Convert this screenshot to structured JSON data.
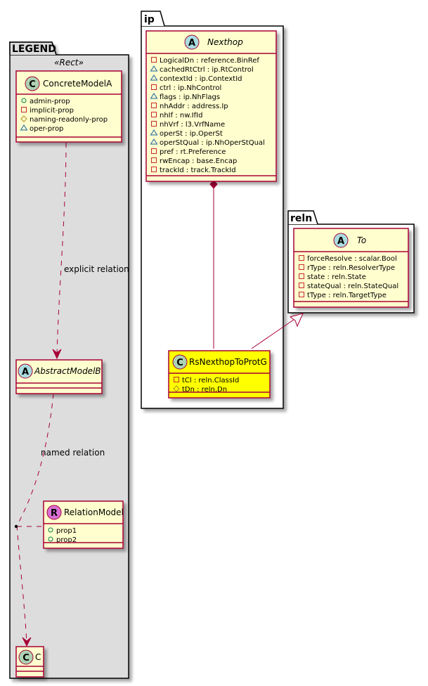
{
  "colors": {
    "border": "#A80036",
    "class_fill": "#FEFECE",
    "highlight_fill": "#FFFF00",
    "legend_fill": "#DDDDDD",
    "badge_class": "#ADD1B2",
    "badge_abstract": "#A9DCDF",
    "badge_relation": "#DA70D6",
    "vis_public": "#038048",
    "vis_private": "#C82930",
    "vis_protected": "#B38D22",
    "vis_package": "#1963A0"
  },
  "packages": {
    "legend": {
      "label": "LEGEND",
      "stereotype": "«Rect»"
    },
    "ip": {
      "label": "ip"
    },
    "reln": {
      "label": "reln"
    }
  },
  "classes": {
    "concrete_model_a": {
      "badge": "C",
      "name": "ConcreteModelA",
      "abstract": false,
      "attrs": [
        {
          "vis": "public",
          "text": "admin-prop"
        },
        {
          "vis": "private",
          "text": "implicit-prop"
        },
        {
          "vis": "protected",
          "text": "naming-readonly-prop"
        },
        {
          "vis": "package",
          "text": "oper-prop"
        }
      ]
    },
    "abstract_model_b": {
      "badge": "A",
      "name": "AbstractModelB",
      "abstract": true,
      "attrs": []
    },
    "relation_model": {
      "badge": "R",
      "name": "RelationModel",
      "abstract": false,
      "attrs": [
        {
          "vis": "public",
          "text": "prop1"
        },
        {
          "vis": "public",
          "text": "prop2"
        }
      ]
    },
    "c": {
      "badge": "C",
      "name": "C",
      "abstract": false,
      "attrs": []
    },
    "nexthop": {
      "badge": "A",
      "name": "Nexthop",
      "abstract": true,
      "attrs": [
        {
          "vis": "private",
          "text": "LogicalDn : reference.BinRef"
        },
        {
          "vis": "package",
          "text": "cachedRtCtrl : ip.RtControl"
        },
        {
          "vis": "package",
          "text": "contextId : ip.ContextId"
        },
        {
          "vis": "private",
          "text": "ctrl : ip.NhControl"
        },
        {
          "vis": "package",
          "text": "flags : ip.NhFlags"
        },
        {
          "vis": "private",
          "text": "nhAddr : address.Ip"
        },
        {
          "vis": "private",
          "text": "nhIf : nw.IfId"
        },
        {
          "vis": "private",
          "text": "nhVrf : l3.VrfName"
        },
        {
          "vis": "package",
          "text": "operSt : ip.OperSt"
        },
        {
          "vis": "package",
          "text": "operStQual : ip.NhOperStQual"
        },
        {
          "vis": "private",
          "text": "pref : rt.Preference"
        },
        {
          "vis": "private",
          "text": "rwEncap : base.Encap"
        },
        {
          "vis": "private",
          "text": "trackId : track.TrackId"
        }
      ]
    },
    "rs_nexthop_to_prot_g": {
      "badge": "C",
      "name": "RsNexthopToProtG",
      "abstract": false,
      "highlighted": true,
      "attrs": [
        {
          "vis": "private",
          "text": "tCl : reln.ClassId"
        },
        {
          "vis": "protected",
          "text": "tDn : reln.Dn"
        }
      ]
    },
    "to": {
      "badge": "A",
      "name": "To",
      "abstract": true,
      "attrs": [
        {
          "vis": "private",
          "text": "forceResolve : scalar.Bool"
        },
        {
          "vis": "private",
          "text": "rType : reln.ResolverType"
        },
        {
          "vis": "private",
          "text": "state : reln.State"
        },
        {
          "vis": "private",
          "text": "stateQual : reln.StateQual"
        },
        {
          "vis": "private",
          "text": "tType : reln.TargetType"
        }
      ]
    }
  },
  "relations": [
    {
      "from": "concrete_model_a",
      "to": "abstract_model_b",
      "kind": "dependency",
      "label": "explicit relation"
    },
    {
      "from": "abstract_model_b",
      "to": "c",
      "kind": "dependency",
      "label": "named relation",
      "association_class": "relation_model"
    },
    {
      "from": "nexthop",
      "to": "rs_nexthop_to_prot_g",
      "kind": "composition",
      "label": ""
    },
    {
      "from": "rs_nexthop_to_prot_g",
      "to": "to",
      "kind": "inheritance",
      "label": ""
    }
  ]
}
